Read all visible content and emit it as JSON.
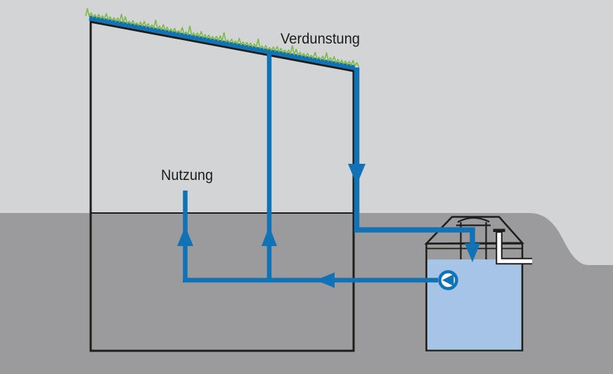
{
  "title": "Green roof rainwater cycle diagram",
  "labels": {
    "evaporation": "Verdunstung",
    "usage": "Nutzung"
  },
  "icons": {
    "pump": "pump-icon (circle with left-pointing impeller triangle)",
    "flow_arrows": [
      "down-arrow-downpipe",
      "down-arrow-cistern-inlet",
      "up-arrow-usage-left",
      "up-arrow-usage-center",
      "left-arrow-supply-pipe"
    ]
  },
  "colors": {
    "pipe": "#1172b6",
    "water": "#a6c5e6",
    "grass": "#7cb942",
    "ground": "#9b9b9d",
    "sky": "#d3d4d6",
    "outline": "#1d1d1b",
    "white": "#ffffff"
  }
}
